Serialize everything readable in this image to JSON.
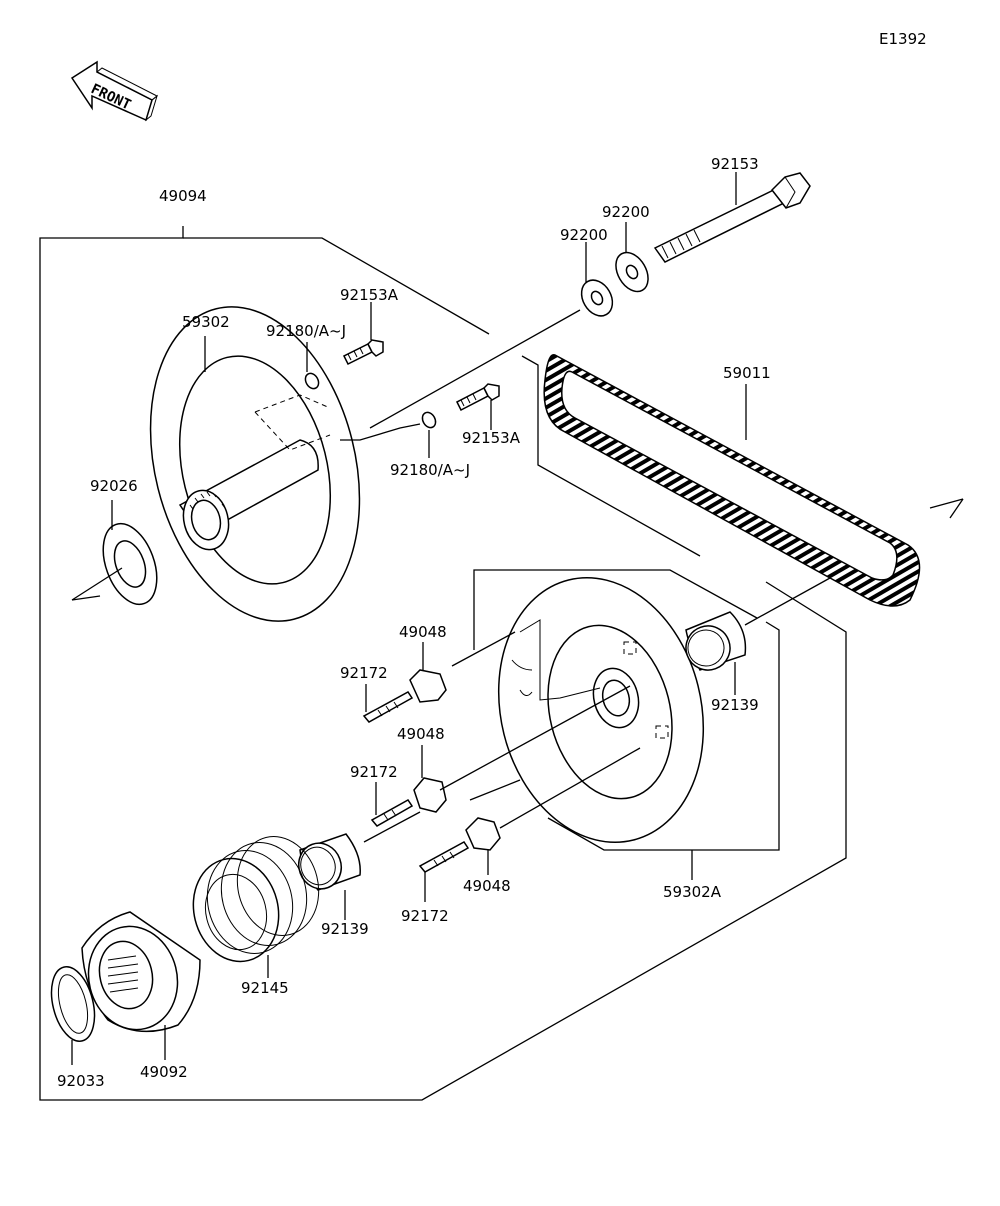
{
  "diagram_code": "E1392",
  "front_label": "FRONT",
  "parts": {
    "p49094": "49094",
    "p59302": "59302",
    "p92180_a": "92180/A~J",
    "p92153a_a": "92153A",
    "p92200_a": "92200",
    "p92200_b": "92200",
    "p92153": "92153",
    "p59011": "59011",
    "p92153a_b": "92153A",
    "p92180_b": "92180/A~J",
    "p92026": "92026",
    "p49048_a": "49048",
    "p92172_a": "92172",
    "p49048_b": "49048",
    "p92172_b": "92172",
    "p92139_a": "92139",
    "p59302a": "59302A",
    "p49048_c": "49048",
    "p92172_c": "92172",
    "p92139_b": "92139",
    "p92145": "92145",
    "p92033": "92033",
    "p49092": "49092"
  }
}
